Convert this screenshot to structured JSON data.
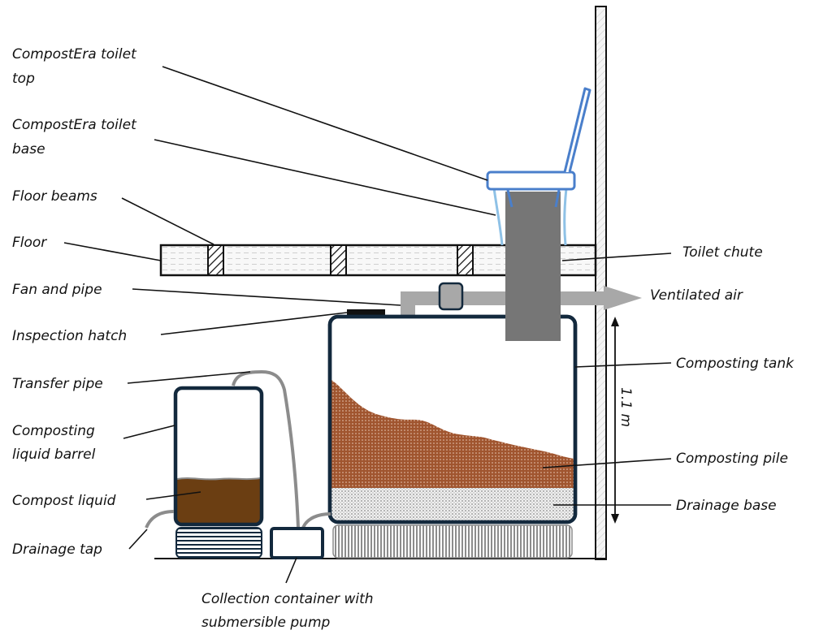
{
  "title": "CompostEra composting toilet system cross-section",
  "labels": {
    "toilet_top": [
      "CompostEra toilet",
      "top"
    ],
    "toilet_base": [
      "CompostEra toilet",
      "base"
    ],
    "floor_beams": "Floor beams",
    "floor": "Floor",
    "fan_pipe": "Fan and pipe",
    "inspection_hatch": "Inspection hatch",
    "transfer_pipe": "Transfer pipe",
    "liquid_barrel": [
      "Composting",
      "liquid barrel"
    ],
    "compost_liquid": "Compost liquid",
    "drainage_tap": "Drainage tap",
    "collection_container": [
      "Collection container with",
      "submersible pump"
    ],
    "toilet_chute": "Toilet chute",
    "ventilated_air": "Ventilated air",
    "composting_tank": "Composting tank",
    "composting_pile": "Composting pile",
    "drainage_base": "Drainage base",
    "height_dimension": "1.1 m"
  },
  "colors": {
    "tank_outline": "#13293d",
    "toilet_blue": "#4a7fcb",
    "toilet_light_blue": "#8ec1e6",
    "chute": "#767676",
    "pipe": "#a8a8a8",
    "compost_pile": "#a0552f",
    "compost_liquid": "#6b3e12",
    "drainage_base": "#d8d8d8"
  }
}
